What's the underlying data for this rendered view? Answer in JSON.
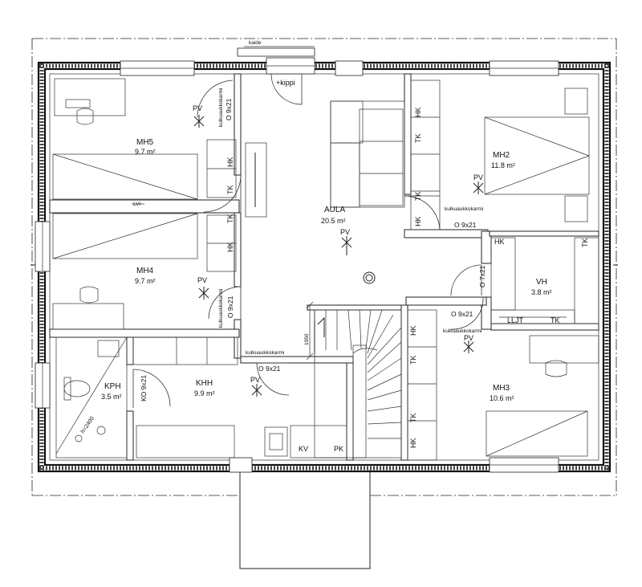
{
  "rooms": {
    "mh5": {
      "name": "MH5",
      "area": "9.7 m²"
    },
    "mh4": {
      "name": "MH4",
      "area": "9.7 m²"
    },
    "aula": {
      "name": "AULA",
      "area": "20.5 m²"
    },
    "mh2": {
      "name": "MH2",
      "area": "11.8 m²"
    },
    "vh": {
      "name": "VH",
      "area": "3.8 m²"
    },
    "mh3": {
      "name": "MH3",
      "area": "10.6 m²"
    },
    "khh": {
      "name": "KHH",
      "area": "9.9 m²"
    },
    "kph": {
      "name": "KPH",
      "area": "3.5 m²"
    }
  },
  "labels": {
    "kaide": "kaide",
    "kippi": "+kippi",
    "kulkuaukko": "kulkuaukkokarmi",
    "pv": "PV",
    "hk": "HK",
    "tk": "TK",
    "lvi": "LVI",
    "lljt": "LLJT",
    "kv": "KV",
    "pk": "PK",
    "dim_1050": "1050",
    "h2400": "h=2400"
  },
  "doors": {
    "o9x21": "O 9x21",
    "o7x21": "O 7x21",
    "ko9x21": "KO 9x21"
  }
}
